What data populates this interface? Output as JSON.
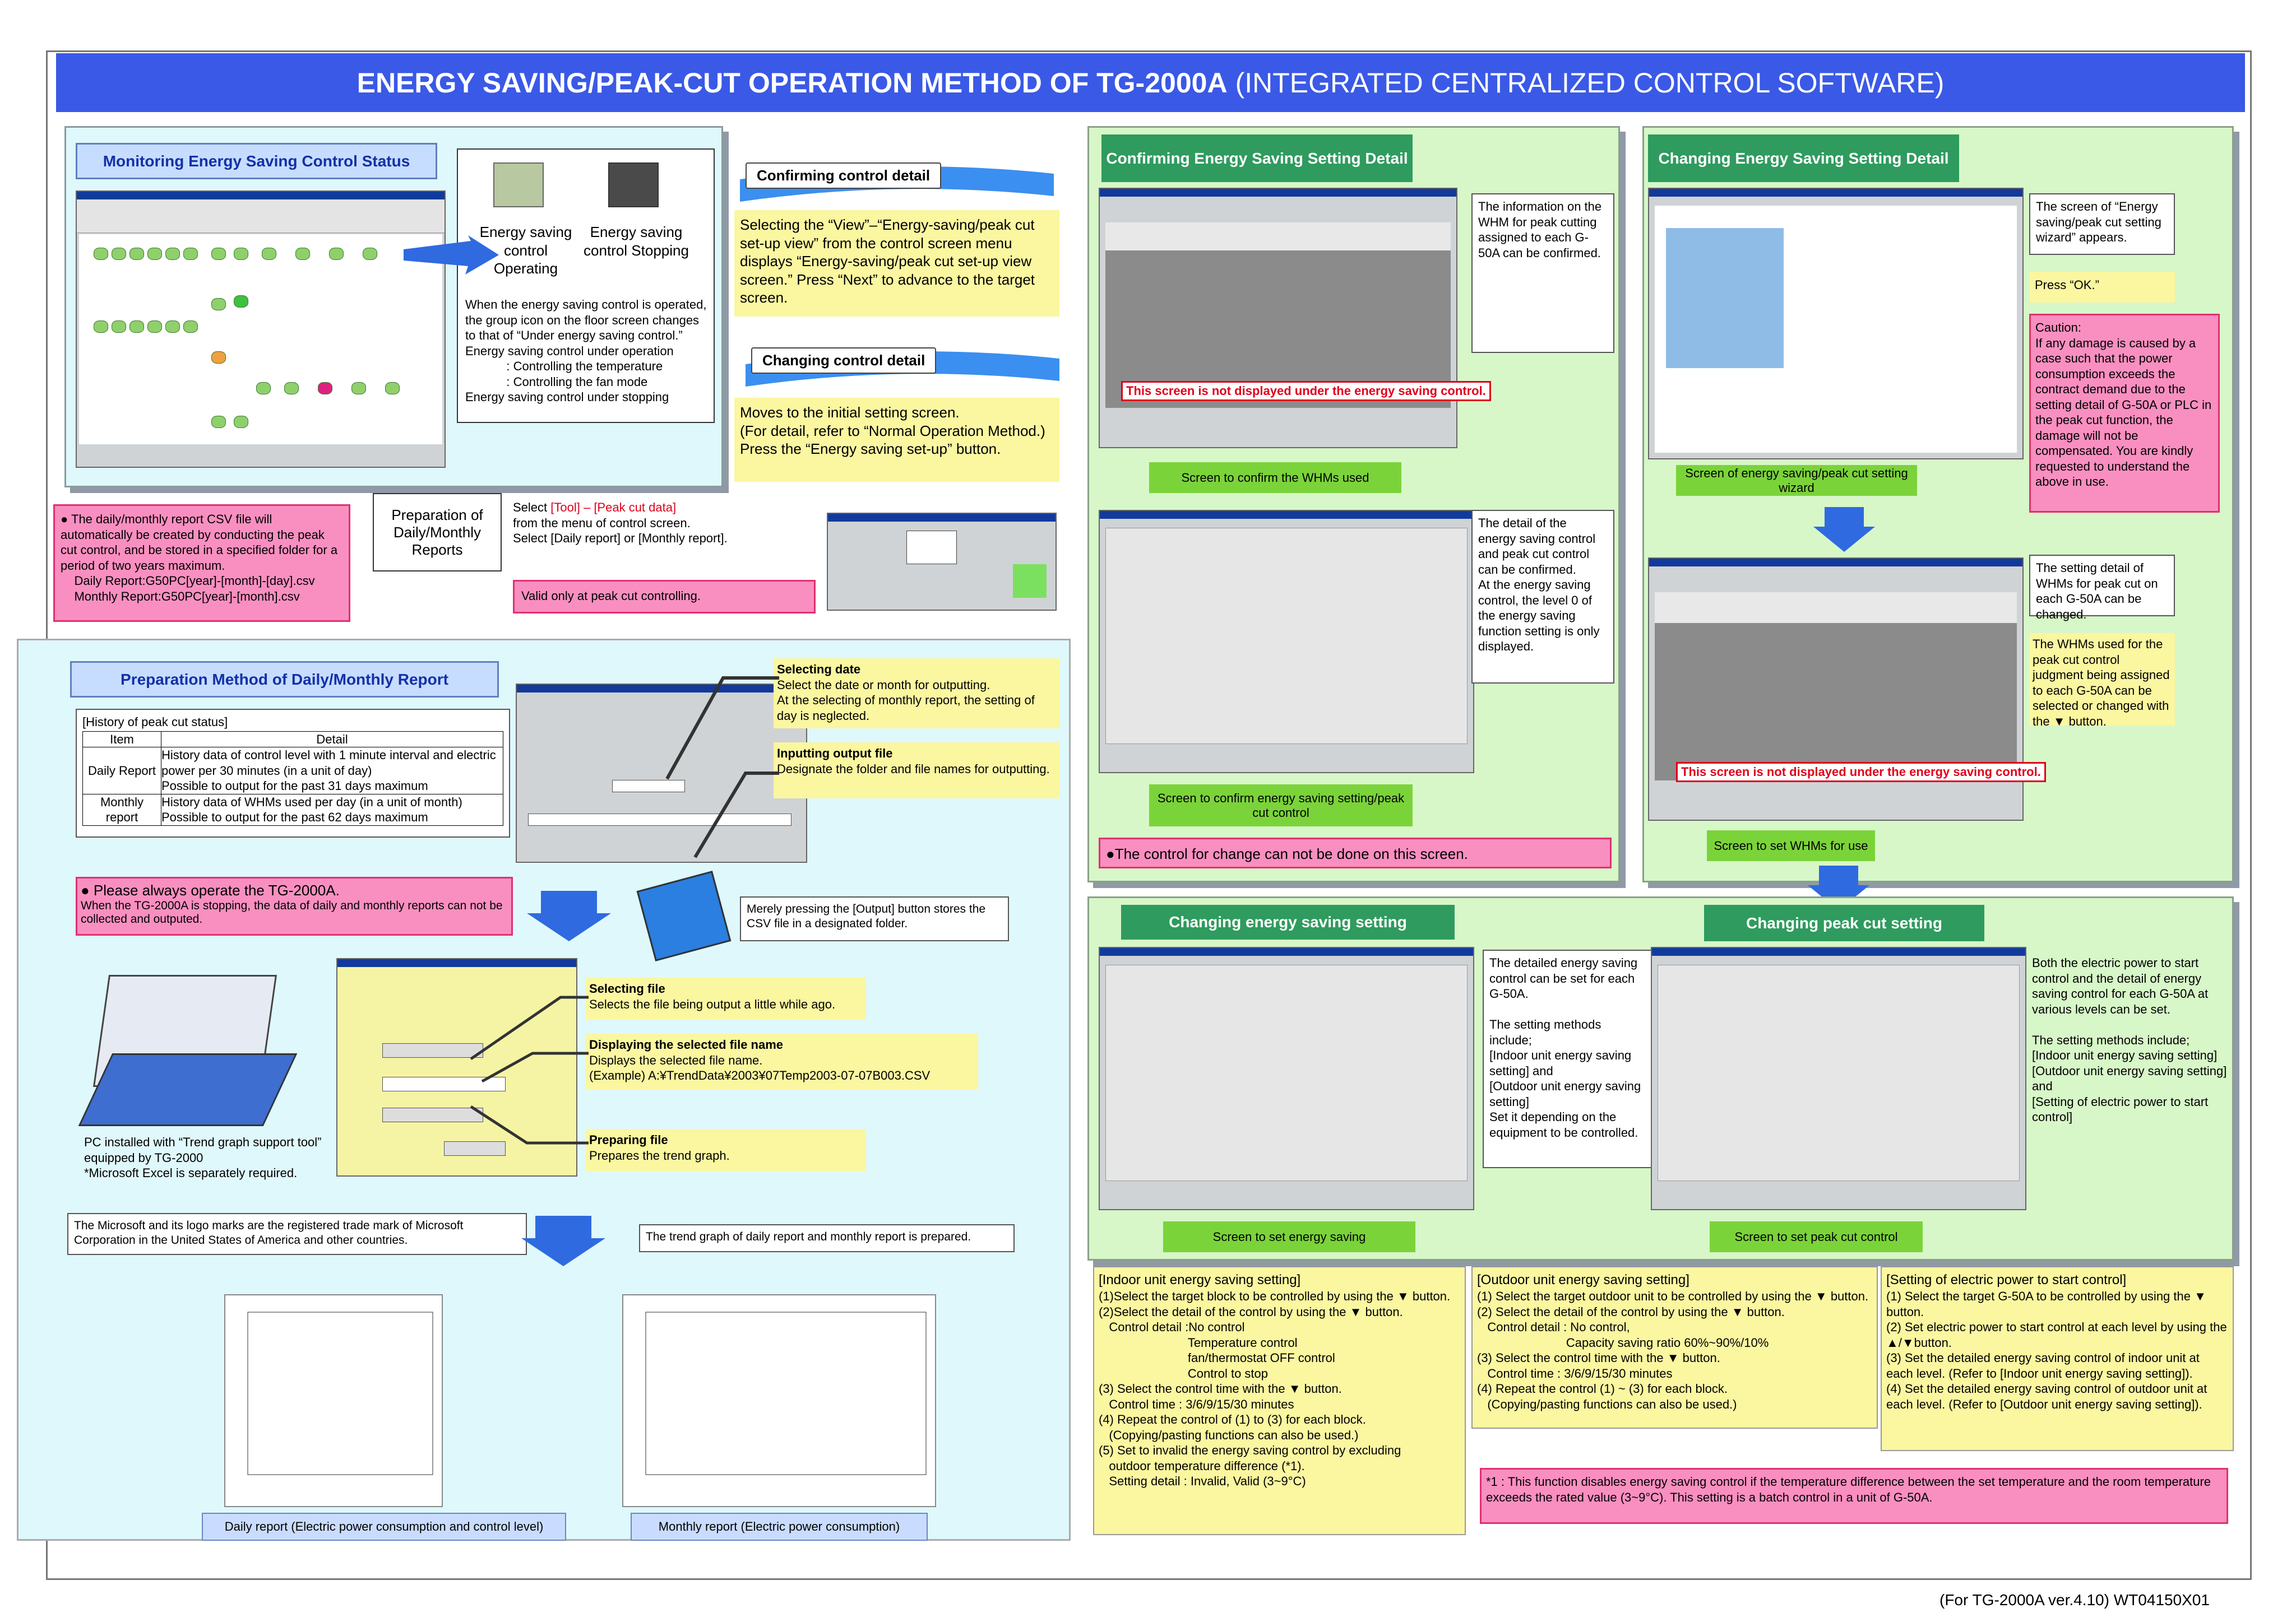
{
  "title": {
    "main": "ENERGY SAVING/PEAK-CUT OPERATION METHOD OF TG-2000A",
    "sub": "(INTEGRATED CENTRALIZED CONTROL SOFTWARE)"
  },
  "footer": "(For TG-2000A ver.4.10) WT04150X01",
  "monitor": {
    "heading": "Monitoring Energy Saving Control Status",
    "op_label": "Energy saving control Operating",
    "stop_label": "Energy saving control Stopping",
    "desc": "When the energy saving control is operated, the group icon on the floor screen changes to that of “Under energy saving control.”\nEnergy saving control under operation\n            : Controlling the temperature\n            : Controlling the fan mode\nEnergy saving control under stopping"
  },
  "confirm_detail": {
    "callout": "Confirming control detail",
    "text": "Selecting the “View”–“Energy-saving/peak cut set-up view” from the control screen menu displays “Energy-saving/peak cut set-up view screen.” Press “Next” to advance to the target screen."
  },
  "change_detail": {
    "callout": "Changing control detail",
    "text": "Moves to the initial setting screen.\n(For detail, refer to “Normal Operation Method.)\nPress the “Energy saving set-up” button."
  },
  "csv_note": "● The daily/monthly report CSV file will automatically be created by conducting the peak cut control, and be stored in a specified folder for a period of two years maximum.\n    Daily Report:G50PC[year]-[month]-[day].csv\n    Monthly Report:G50PC[year]-[month].csv",
  "prep_reports": {
    "label": "Preparation of Daily/Monthly Reports",
    "select_prefix": "Select",
    "select_highlight": "[Tool] – [Peak cut data]",
    "select_text": "from the menu of control screen.\nSelect [Daily report] or [Monthly report].",
    "valid": "Valid only at peak cut controlling."
  },
  "prep_method": {
    "heading": "Preparation Method of Daily/Monthly Report",
    "table_title": "[History of peak cut status]",
    "col_item": "Item",
    "col_detail": "Detail",
    "rows": [
      {
        "item": "Daily Report",
        "detail": "History data of control level with 1 minute interval and electric power per 30 minutes (in a unit of day)\nPossible to output for the past 31 days maximum"
      },
      {
        "item": "Monthly report",
        "detail": "History data of WHMs used per day (in a unit of month)\nPossible to output for the past 62 days maximum"
      }
    ],
    "select_date_t": "Selecting date",
    "select_date": "Select the date or month for outputting.\nAt the selecting of monthly report, the setting of day is neglected.",
    "input_file_t": "Inputting output file",
    "input_file": "Designate the folder and file names for outputting.",
    "output_note": "Merely pressing the [Output] button stores the CSV file in a designated folder."
  },
  "operate_note": {
    "title": "● Please always operate the TG-2000A.",
    "text": "When the TG-2000A is stopping, the data of daily and monthly reports can not be collected and outputed."
  },
  "pc_note": "PC installed with “Trend graph support tool” equipped by TG-2000\n*Microsoft Excel is separately required.",
  "excel_steps": [
    {
      "title": "Selecting file",
      "text": "Selects the file being output a little while ago."
    },
    {
      "title": "Displaying the selected file name",
      "text": "Displays the selected file name.\n(Example) A:¥TrendData¥2003¥07Temp2003-07-07B003.CSV"
    },
    {
      "title": "Preparing file",
      "text": "Prepares the trend graph."
    }
  ],
  "trademark": "The Microsoft and its logo marks are the registered trade mark of Microsoft Corporation in the United States of America and other countries.",
  "trend_note": "The trend graph of daily report and monthly report is prepared.",
  "daily_caption": "Daily report (Electric power consumption and control level)",
  "monthly_caption": "Monthly report (Electric power consumption)",
  "confirm_setting": {
    "heading": "Confirming Energy Saving Setting Detail",
    "whm_info": "The information on the WHM for peak cutting assigned to each G-50A can be confirmed.",
    "not_displayed": "This screen is not displayed under the energy saving control.",
    "bar1": "Screen to confirm the WHMs used",
    "detail_info": "The detail of the energy saving control and peak cut control can be confirmed.\nAt the energy saving control, the level 0 of the energy saving function setting is only displayed.",
    "bar2": "Screen to confirm energy saving setting/peak cut control",
    "cannot_change": "●The control for change can not be done on this screen."
  },
  "change_setting": {
    "heading": "Changing Energy Saving Setting Detail",
    "wizard_info": "The screen of “Energy saving/peak cut setting wizard” appears.",
    "press_ok": "Press “OK.”",
    "caution": "Caution:\nIf any damage is caused by a case such that the power consumption exceeds the contract demand due to the setting detail of G-50A or PLC in the peak cut function, the damage will not be compensated. You are kindly requested to understand the above in use.",
    "bar1": "Screen of energy saving/peak cut setting wizard",
    "whm_change": "The setting detail of WHMs for peak cut on each G-50A can be changed.",
    "whm_select": "The WHMs used for the peak cut control judgment being assigned to each G-50A can be selected or changed with the ▼ button.",
    "not_displayed": "This screen is not displayed under the energy saving control.",
    "bar2": "Screen to set WHMs for use"
  },
  "changing_energy": {
    "heading": "Changing energy saving setting",
    "info": "The detailed energy saving control can be set for each G-50A.\n\nThe setting methods include;\n[Indoor unit energy saving setting] and\n[Outdoor unit energy saving setting]\nSet it depending on the equipment to be controlled.",
    "bar": "Screen to set energy saving"
  },
  "changing_peak": {
    "heading": "Changing peak cut setting",
    "info": "Both the electric power to start control and the detail of energy saving control for each G-50A at various levels can be set.\n\nThe setting methods include;\n[Indoor unit energy saving setting]\n[Outdoor unit energy saving setting] and\n[Setting of electric power to start control]",
    "bar": "Screen to set peak cut control"
  },
  "indoor": {
    "title": "[Indoor unit energy saving setting]",
    "text": "(1)Select the target block to be controlled by using the ▼ button.\n(2)Select the detail of the control by using the ▼ button.\n   Control detail :No control\n                          Temperature control\n                          fan/thermostat OFF control\n                          Control to stop\n(3) Select the control time with the ▼ button.\n   Control time : 3/6/9/15/30 minutes\n(4) Repeat the control of (1) to (3) for each block.\n   (Copying/pasting functions can also be used.)\n(5) Set to invalid the energy saving control by excluding\n   outdoor temperature difference (*1).\n   Setting detail : Invalid, Valid (3~9°C)"
  },
  "outdoor": {
    "title": "[Outdoor unit energy saving setting]",
    "text": "(1) Select the target outdoor unit to be controlled by using the ▼ button.\n(2) Select the detail of the control by using the ▼ button.\n   Control detail : No control,\n                          Capacity saving ratio 60%~90%/10%\n(3) Select the control time with the ▼ button.\n   Control time : 3/6/9/15/30 minutes\n(4) Repeat the control (1) ~ (3) for each block.\n   (Copying/pasting functions can also be used.)"
  },
  "electric": {
    "title": "[Setting of electric power to start control]",
    "text": "(1) Select the target G-50A to be controlled by using the ▼ button.\n(2) Set electric power to start control at each level by using the ▲/▼button.\n(3) Set the detailed energy saving control of indoor unit at each level. (Refer to [Indoor unit energy saving setting]).\n(4) Set the detailed energy saving control of outdoor unit at each level. (Refer to [Outdoor unit energy saving setting])."
  },
  "footnote": "*1 : This function disables energy saving control if the temperature difference between the set temperature and the room temperature exceeds the rated value (3~9°C). This setting is a batch control in a unit of G-50A.",
  "colors": {
    "title_bg": "#3a59e6",
    "cyan_panel": "#dff8fb",
    "green_panel": "#d7f7c8",
    "yellow": "#fbf6a0",
    "pink": "#f98fc0",
    "green_bar": "#7bd33a",
    "accent_red": "#e0001b"
  },
  "chart_data": [
    {
      "type": "bar",
      "title": "",
      "values": [],
      "note": "daily report trend graph"
    },
    {
      "type": "bar",
      "title": "",
      "values": [],
      "note": "monthly report trend graph"
    }
  ]
}
